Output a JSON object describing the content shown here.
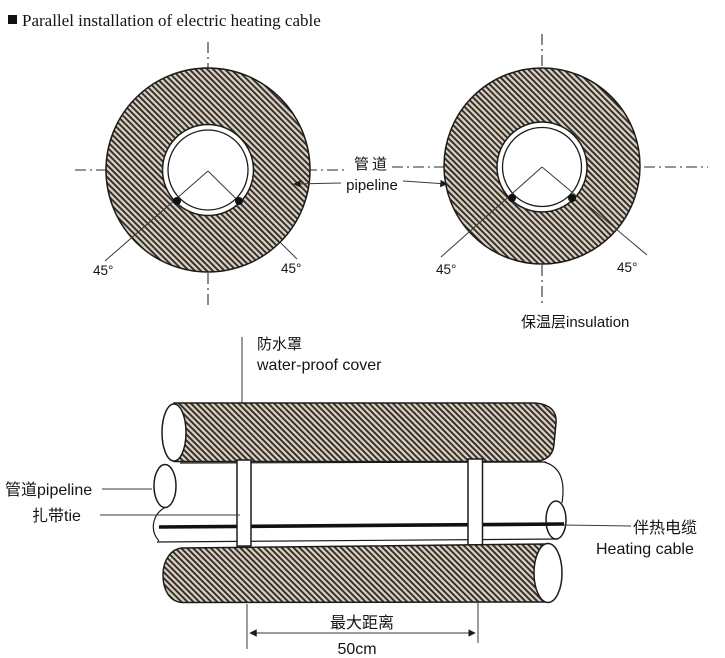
{
  "title": {
    "bullet": "■",
    "text": "Parallel installation of electric heating cable"
  },
  "cross_section": {
    "pipeline_zh": "管道",
    "pipeline_en": "pipeline",
    "insulation": "保温层insulation",
    "angle": "45°"
  },
  "side_view": {
    "cover_zh": "防水罩",
    "cover_en": "water-proof cover",
    "pipeline": "管道pipeline",
    "tie": "扎带tie",
    "cable_zh": "伴热电缆",
    "cable_en": "Heating cable",
    "max_distance_zh": "最大距离",
    "max_distance_value": "50cm"
  },
  "colors": {
    "ink": "#1b1b1b",
    "hatch_line": "#342d25",
    "hatch_bg": "#d6cec1",
    "background": "#ffffff"
  }
}
